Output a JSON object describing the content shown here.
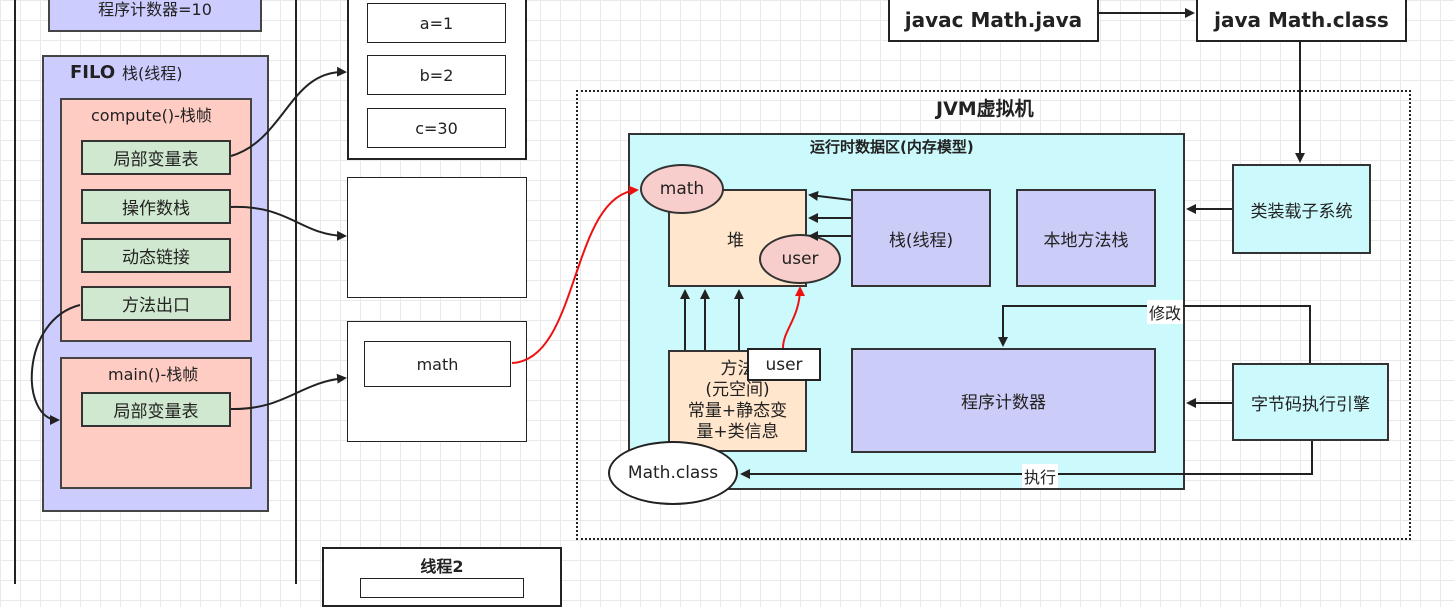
{
  "top": {
    "pc_value_text": "程序计数器=10",
    "javac_text": "javac Math.java",
    "java_text": "java Math.class"
  },
  "stack": {
    "filo_label": "FILO",
    "stack_label": "栈(线程)",
    "compute_frame": {
      "title": "compute()-栈帧",
      "items": [
        "局部变量表",
        "操作数栈",
        "动态链接",
        "方法出口"
      ]
    },
    "main_frame": {
      "title": "main()-栈帧",
      "items": [
        "局部变量表"
      ]
    }
  },
  "locals": {
    "a": "a=1",
    "b": "b=2",
    "c": "c=30"
  },
  "main_locals": {
    "math": "math"
  },
  "thread2": {
    "title": "线程2"
  },
  "jvm": {
    "title": "JVM虚拟机",
    "runtime_area_title": "运行时数据区(内存模型)",
    "heap": "堆",
    "math_obj": "math",
    "user_obj": "user",
    "stack": "栈(线程)",
    "native_stack": "本地方法栈",
    "method_area_lines": [
      "方法",
      "(元空间)",
      "常量+静态变",
      "量+类信息"
    ],
    "method_user": "user",
    "pc": "程序计数器",
    "math_class": "Math.class",
    "class_loader": "类装载子系统",
    "engine": "字节码执行引擎",
    "modify_label": "修改",
    "execute_label": "执行"
  },
  "colors": {
    "stack_area": "#ccccff",
    "frame": "#ffccc4",
    "frame_item": "#cfe8cf",
    "runtime_area": "#ccfafc",
    "heap": "#ffe6cc",
    "object": "#f8cecc",
    "red_arrow": "#ee1111"
  }
}
